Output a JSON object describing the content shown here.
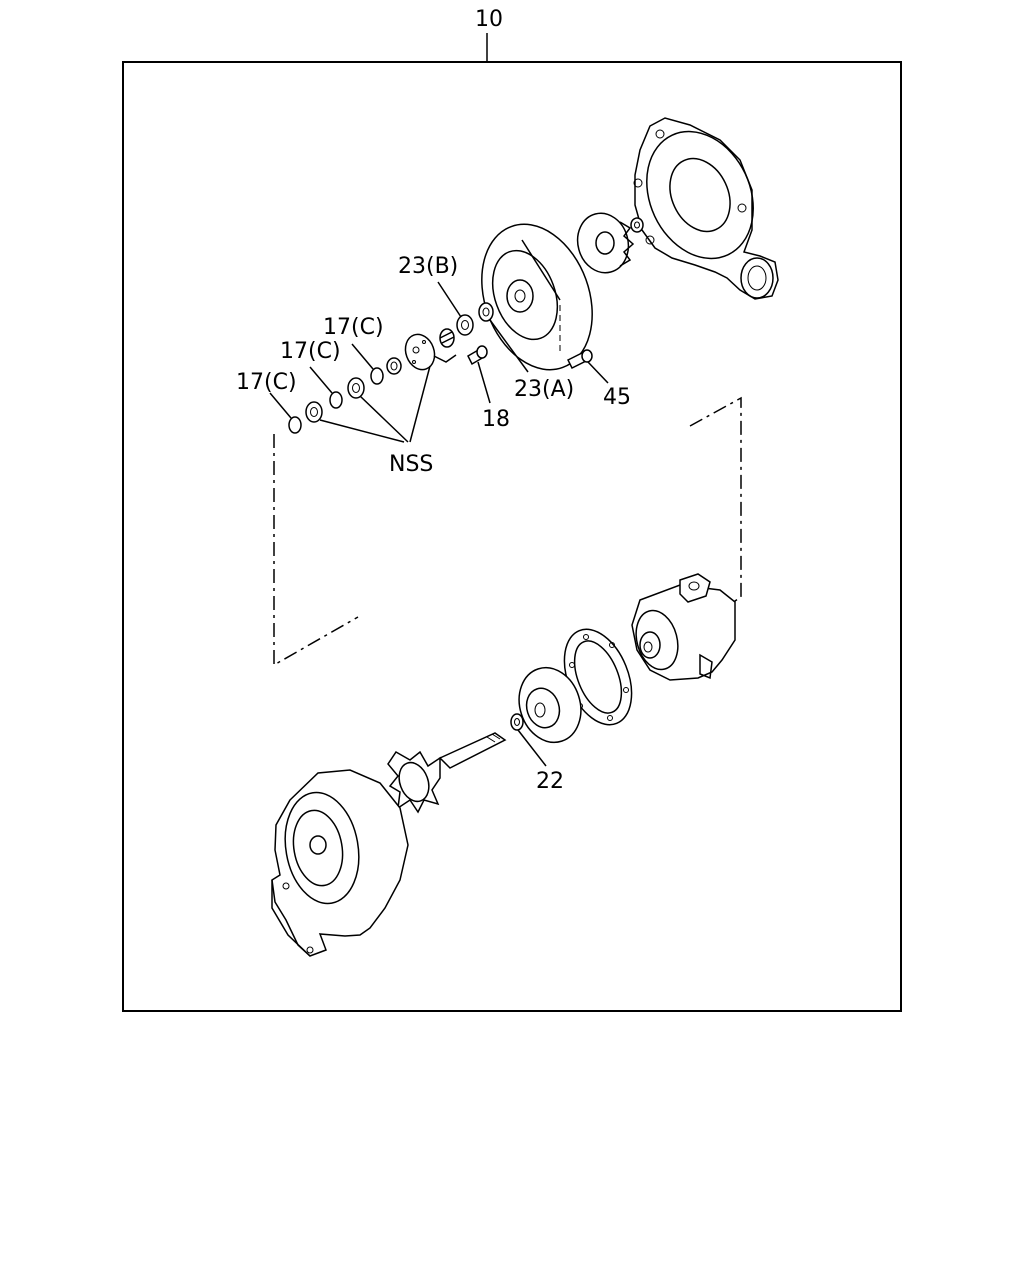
{
  "labels": {
    "assembly": "10",
    "b23": "23(B)",
    "c17_top": "17(C)",
    "c17_mid": "17(C)",
    "c17_low": "17(C)",
    "a23": "23(A)",
    "p45": "45",
    "p18": "18",
    "nss": "NSS",
    "p22": "22"
  }
}
